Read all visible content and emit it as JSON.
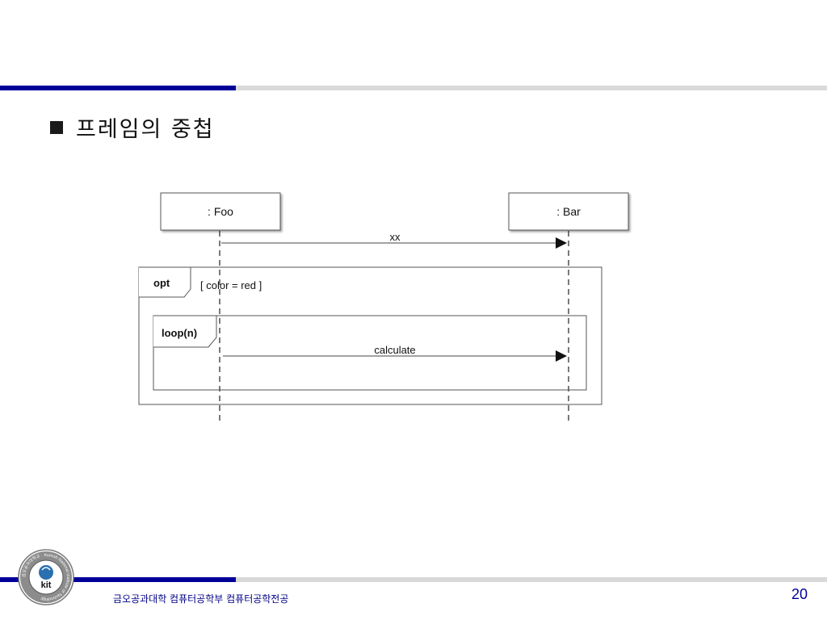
{
  "slide": {
    "title": "프레임의 중첩",
    "page_number": "20"
  },
  "footer": {
    "department": "금오공과대학 컴퓨터공학부 컴퓨터공학전공",
    "logo_text": "kit",
    "logo_ring_text": "금오공과대학교 · Kumoh National Institute of Technology"
  },
  "diagram": {
    "lifelines": [
      {
        "label": ": Foo"
      },
      {
        "label": ": Bar"
      }
    ],
    "messages": [
      {
        "label": "xx",
        "from": ": Foo",
        "to": ": Bar"
      },
      {
        "label": "calculate",
        "from": ": Foo",
        "to": ": Bar"
      }
    ],
    "frames": [
      {
        "operator": "opt",
        "guard": "[ color = red ]"
      },
      {
        "operator": "loop(n)",
        "guard": ""
      }
    ]
  },
  "colors": {
    "accent_blue": "#000099",
    "rule_gray": "#d9d9d9",
    "diagram_line": "#444444"
  }
}
